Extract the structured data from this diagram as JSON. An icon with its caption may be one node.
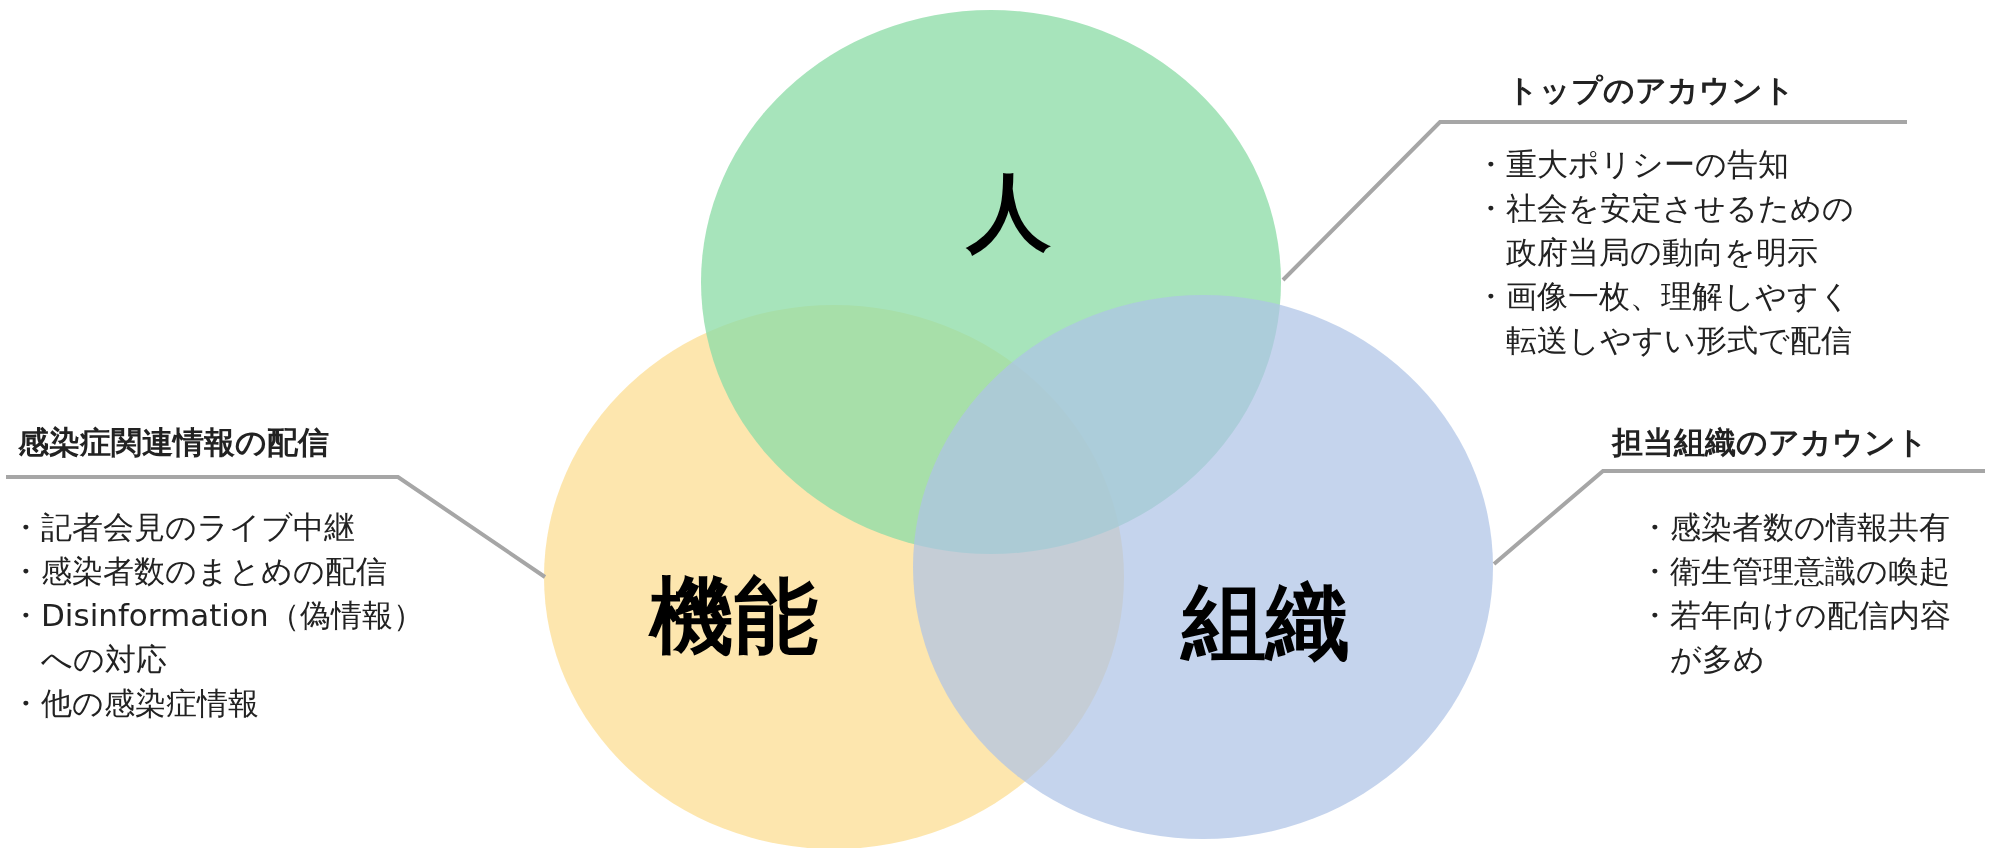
{
  "diagram": {
    "nodes": [
      {
        "text": [
          "人"
        ]
      },
      {
        "text": [
          "機能"
        ]
      },
      {
        "text": [
          "組織"
        ]
      },
      {
        "text": [
          "トップのアカウント",
          "・重大ポリシーの告知",
          "・社会を安定させるための政府当局の動向を明示",
          "・画像一枚、理解しやすく転送しやすい形式で配信"
        ]
      },
      {
        "text": [
          "担当組織のアカウント",
          "・感染者数の情報共有",
          "・衛生管理意識の喚起",
          "・若年向けの配信内容が多め"
        ]
      },
      {
        "text": [
          "感染症関連情報の配信",
          "・記者会見のライブ中継",
          "・感染者数のまとめの配信",
          "・Disinformation（偽情報）への対応",
          "・他の感染症情報"
        ]
      }
    ],
    "edges": [
      {
        "from": 3,
        "to": 0,
        "arrow": "none"
      },
      {
        "from": 4,
        "to": 2,
        "arrow": "none"
      },
      {
        "from": 5,
        "to": 1,
        "arrow": "none"
      }
    ]
  }
}
